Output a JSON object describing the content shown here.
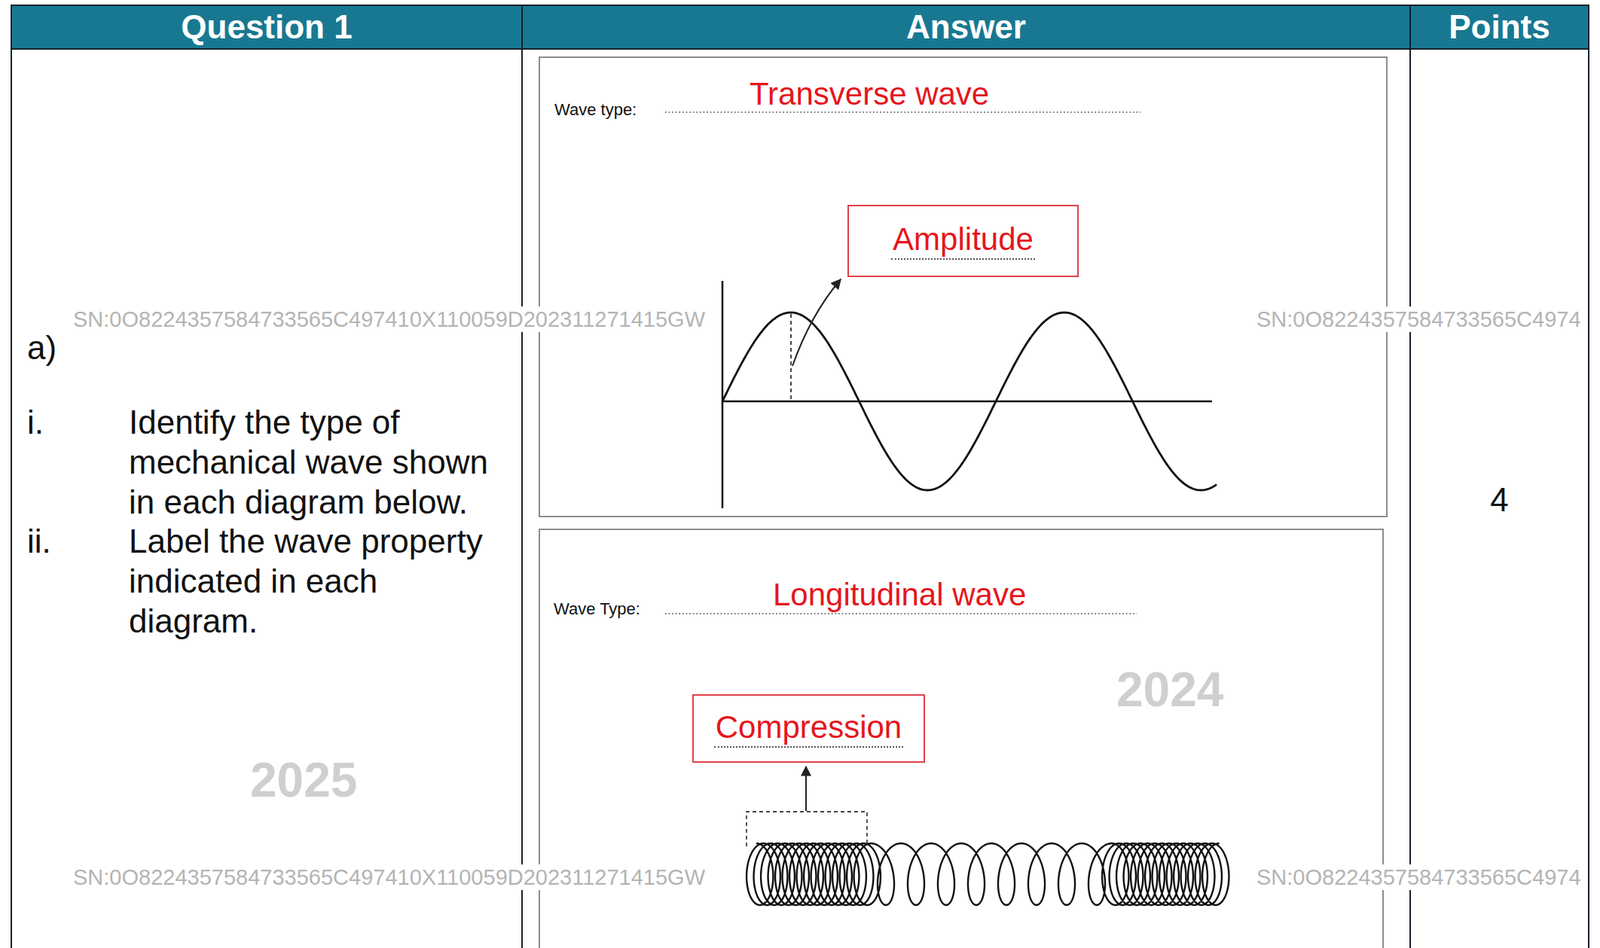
{
  "diagram": {
    "nodes": [
      {
        "text": [
          "Question 1"
        ]
      },
      {
        "text": [
          "Answer"
        ]
      },
      {
        "text": [
          "Points"
        ]
      },
      {
        "text": [
          "a)",
          "i.",
          "Identify the type of mechanical wave shown in each diagram below.",
          "ii.",
          "Label the wave property indicated in each diagram."
        ]
      },
      {
        "text": [
          "Wave type:",
          "Transverse wave"
        ]
      },
      {
        "text": [
          "Amplitude"
        ],
        "in": 4
      },
      {
        "text": [
          "Wave Type:",
          "Longitudinal wave"
        ]
      },
      {
        "text": [
          "Compression"
        ],
        "in": 6
      },
      {
        "text": [
          "4"
        ]
      }
    ],
    "labels": [
      "SN:0O8224357584733565C497410X110059D202311271415GW",
      "SN:0O8224357584733565C4974",
      "SN:0O8224357584733565C497410X110059D202311271415GW",
      "SN:0O8224357584733565C4974",
      "2025",
      "2024"
    ]
  }
}
